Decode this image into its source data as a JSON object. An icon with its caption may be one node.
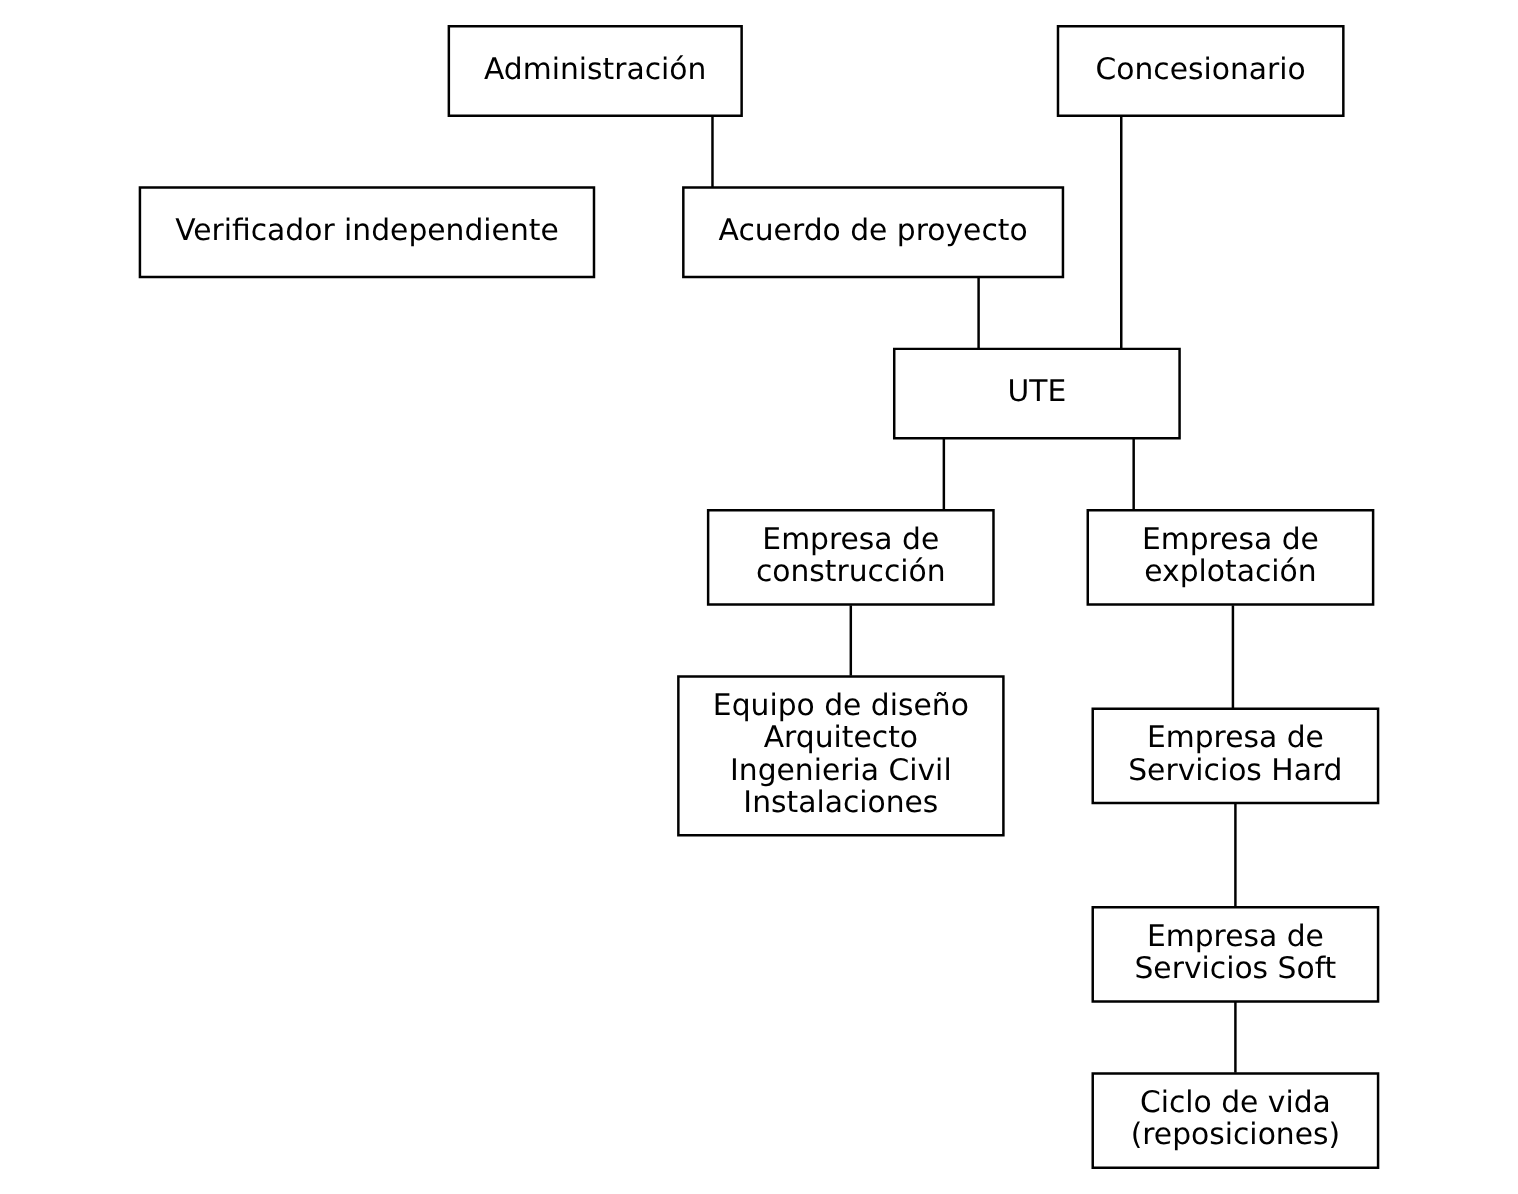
{
  "diagram": {
    "nodes": [
      {
        "text": [
          "Administración"
        ]
      },
      {
        "text": [
          "Concesionario"
        ]
      },
      {
        "text": [
          "Verificador independiente"
        ]
      },
      {
        "text": [
          "Acuerdo de proyecto"
        ]
      },
      {
        "text": [
          "UTE"
        ]
      },
      {
        "text": [
          "Empresa de construcción"
        ]
      },
      {
        "text": [
          "Empresa de explotación"
        ]
      },
      {
        "text": [
          "Equipo de diseño",
          "Arquitecto",
          "Ingenieria Civil",
          "Instalaciones"
        ]
      },
      {
        "text": [
          "Empresa de Servicios Hard"
        ]
      },
      {
        "text": [
          "Empresa de Servicios Soft"
        ]
      },
      {
        "text": [
          "Ciclo de vida (reposiciones)"
        ]
      }
    ],
    "edges": [
      {
        "from": 0,
        "to": 3,
        "arrow": "none"
      },
      {
        "from": 3,
        "to": 4,
        "arrow": "none"
      },
      {
        "from": 1,
        "to": 4,
        "arrow": "none"
      },
      {
        "from": 4,
        "to": 5,
        "arrow": "none"
      },
      {
        "from": 4,
        "to": 6,
        "arrow": "none"
      },
      {
        "from": 5,
        "to": 7,
        "arrow": "none"
      },
      {
        "from": 6,
        "to": 8,
        "arrow": "none"
      },
      {
        "from": 8,
        "to": 9,
        "arrow": "none"
      },
      {
        "from": 9,
        "to": 10,
        "arrow": "none"
      }
    ]
  }
}
